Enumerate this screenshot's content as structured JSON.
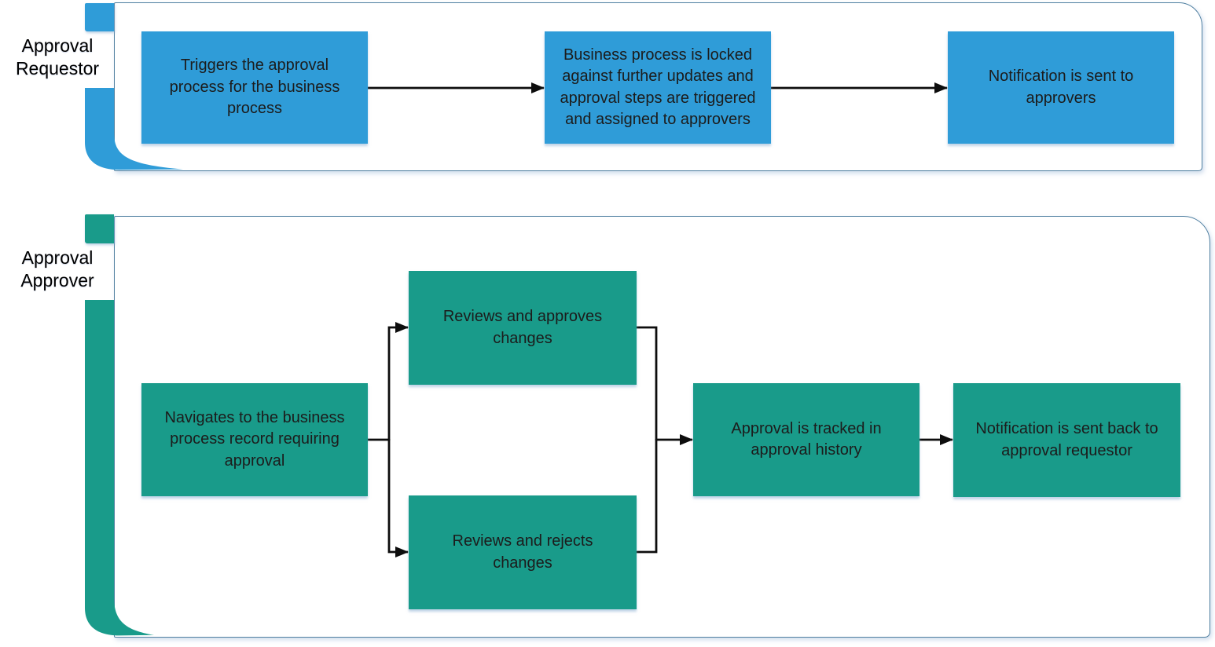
{
  "colors": {
    "requestor_accent": "#2f9cd8",
    "approver_accent": "#199b8a",
    "lane_border": "#4f7fa0",
    "connector": "#0d0d0d",
    "text": "#1c1c1c"
  },
  "lanes": [
    {
      "label": "Approval\nRequestor",
      "steps": [
        {
          "text": "Triggers the approval\nprocess for the business\nprocess"
        },
        {
          "text": "Business process is locked\nagainst further updates and\napproval steps are triggered\nand assigned to approvers"
        },
        {
          "text": "Notification is sent to\napprovers"
        }
      ]
    },
    {
      "label": "Approval\nApprover",
      "steps": [
        {
          "text": "Navigates to the business\nprocess record requiring\napproval"
        },
        {
          "text": "Reviews and approves\nchanges"
        },
        {
          "text": "Reviews and rejects\nchanges"
        },
        {
          "text": "Approval is tracked in\napproval history"
        },
        {
          "text": "Notification is sent back to\napproval requestor"
        }
      ]
    }
  ]
}
